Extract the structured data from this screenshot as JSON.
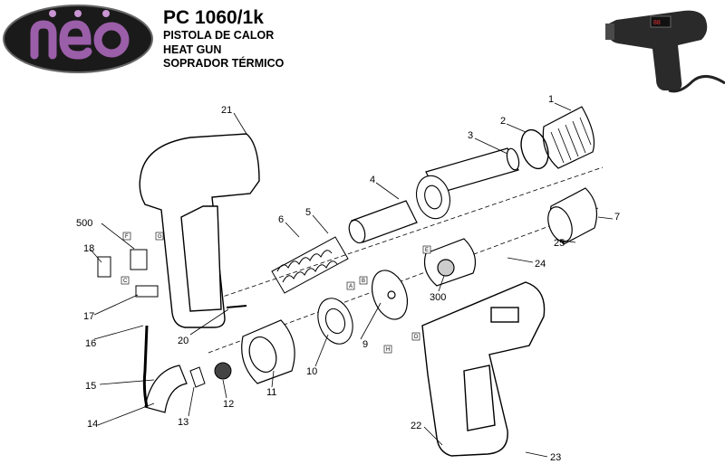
{
  "brand": {
    "name": "neo",
    "colors": {
      "oval": "#1a1a1a",
      "letters": "#9b5ea9",
      "highlight": "#c995d4"
    }
  },
  "header": {
    "model": "PC 1060/1k",
    "lines": [
      "PISTOLA DE CALOR",
      "HEAT GUN",
      "SOPRADOR TÉRMICO"
    ]
  },
  "thumbnail": {
    "icon": "heat-gun-product-photo"
  },
  "callouts": [
    "1",
    "2",
    "3",
    "4",
    "5",
    "6",
    "7",
    "9",
    "10",
    "11",
    "12",
    "13",
    "14",
    "15",
    "16",
    "17",
    "18",
    "20",
    "21",
    "22",
    "23",
    "24",
    "25",
    "300",
    "500"
  ],
  "part_tags": [
    "A",
    "B",
    "C",
    "D",
    "E",
    "F",
    "G",
    "H"
  ]
}
